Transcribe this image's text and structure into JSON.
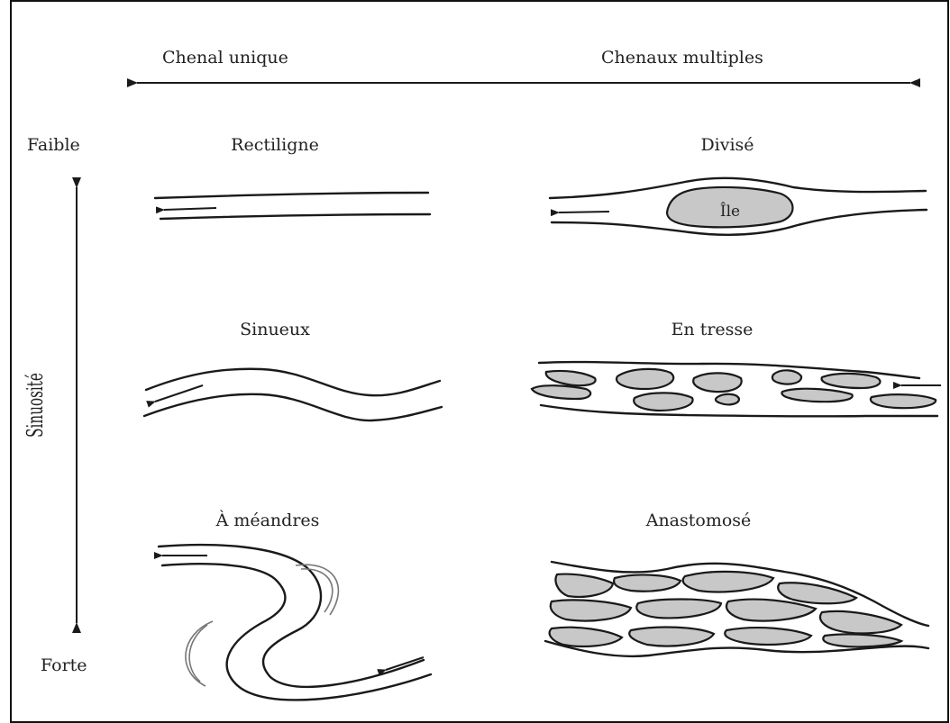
{
  "top_axis": {
    "left_label": "Chenal unique",
    "right_label": "Chenaux multiples"
  },
  "side_axis": {
    "title": "Sinuosité",
    "top_label": "Faible",
    "bottom_label": "Forte"
  },
  "patterns": [
    {
      "id": "rectiligne",
      "label": "Rectiligne"
    },
    {
      "id": "divise",
      "label": "Divisé",
      "island_label": "Île"
    },
    {
      "id": "sinueux",
      "label": "Sinueux"
    },
    {
      "id": "en-tresse",
      "label": "En tresse"
    },
    {
      "id": "meandres",
      "label": "À méandres"
    },
    {
      "id": "anastomose",
      "label": "Anastomosé"
    }
  ],
  "colors": {
    "line": "#1a1a1a",
    "island_fill": "#c8c8c8",
    "background": "#ffffff"
  }
}
